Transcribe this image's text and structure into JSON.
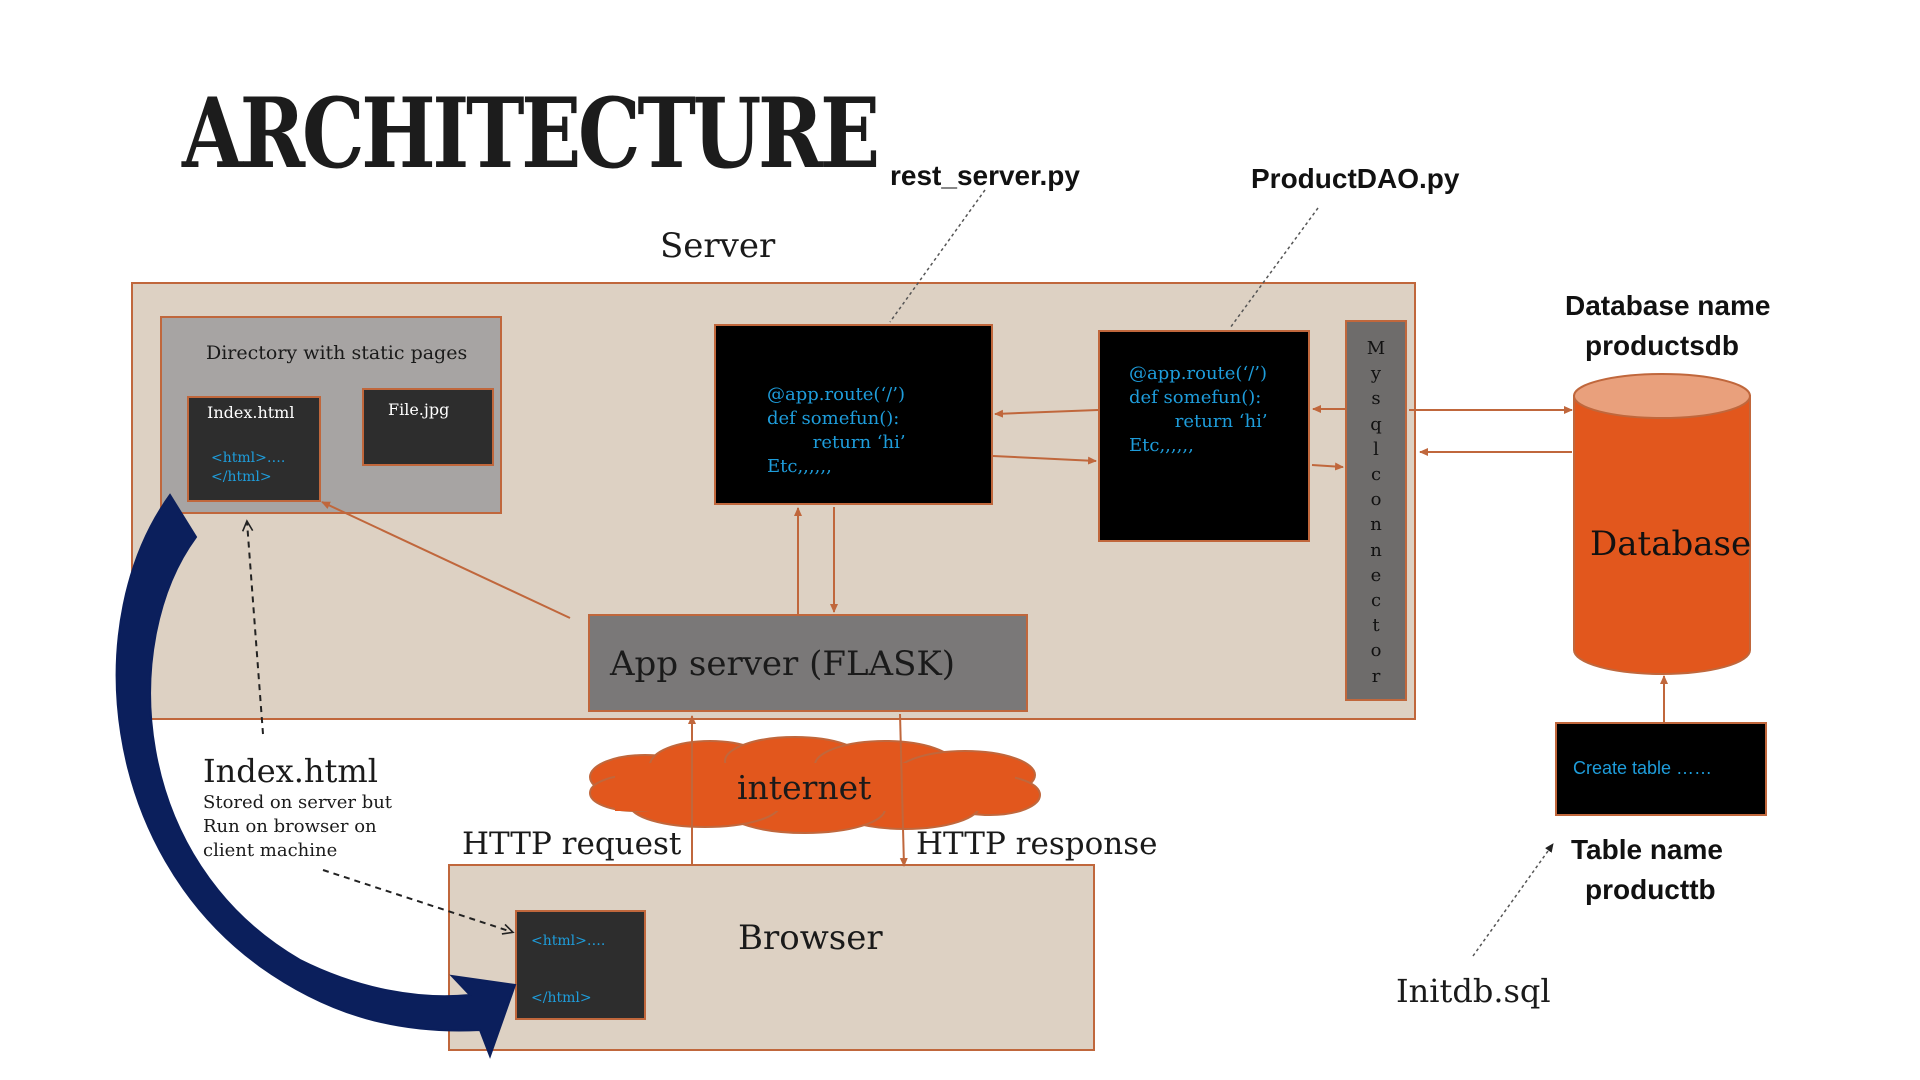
{
  "title": "ARCHITECTURE",
  "server": {
    "label": "Server",
    "static_dir": {
      "label": "Directory with static pages",
      "index_file": {
        "name": "Index.html",
        "code_open": "<html>….",
        "code_close": "</html>"
      },
      "image_file": {
        "name": "File.jpg"
      }
    },
    "rest_server": {
      "file_label": "rest_server.py",
      "code": [
        "@app.route(‘/’)",
        "def somefun():",
        "        return ‘hi’",
        "Etc,,,,,,"
      ]
    },
    "product_dao": {
      "file_label": "ProductDAO.py",
      "code": [
        "@app.route(‘/’)",
        "def somefun():",
        "        return ‘hi’",
        "Etc,,,,,,"
      ]
    },
    "mysql_connector": [
      "M",
      "y",
      "s",
      "q",
      "l",
      "c",
      "o",
      "n",
      "n",
      "e",
      "c",
      "t",
      "o",
      "r"
    ],
    "app_server_label": "App server (FLASK)"
  },
  "database": {
    "name_line1": "Database name",
    "name_line2": "productsdb",
    "cylinder_label": "Database",
    "create_table_text": "Create table ……",
    "table_line1": "Table name",
    "table_line2": "producttb",
    "init_file": "Initdb.sql"
  },
  "internet_label": "internet",
  "http_request": "HTTP request",
  "http_response": "HTTP response",
  "index_note": {
    "title": "Index.html",
    "lines": [
      "Stored on server but",
      "Run on browser on",
      "client machine"
    ]
  },
  "browser": {
    "label": "Browser",
    "code_open": "<html>….",
    "code_close": "</html>"
  },
  "colors": {
    "box_fill": "#ddd1c3",
    "border_orange": "#c0673c",
    "database_orange": "#e2571d",
    "code_blue": "#1e9ddb",
    "curve_navy": "#0b1f5c"
  }
}
